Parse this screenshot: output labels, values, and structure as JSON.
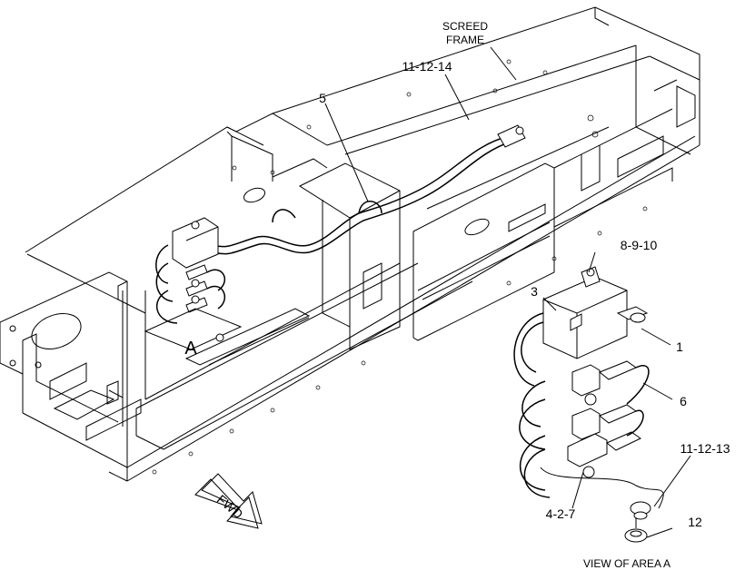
{
  "callouts": {
    "screed_frame_line1": "SCREED",
    "screed_frame_line2": "FRAME",
    "c_11_12_14": "11-12-14",
    "c_5": "5",
    "c_8_9_10": "8-9-10",
    "c_3": "3",
    "c_1": "1",
    "c_6": "6",
    "c_11_12_13": "11-12-13",
    "c_4_2_7": "4-2-7",
    "c_12": "12",
    "area_a": "A",
    "fwd": "FWD",
    "view_caption": "VIEW OF AREA  A"
  }
}
